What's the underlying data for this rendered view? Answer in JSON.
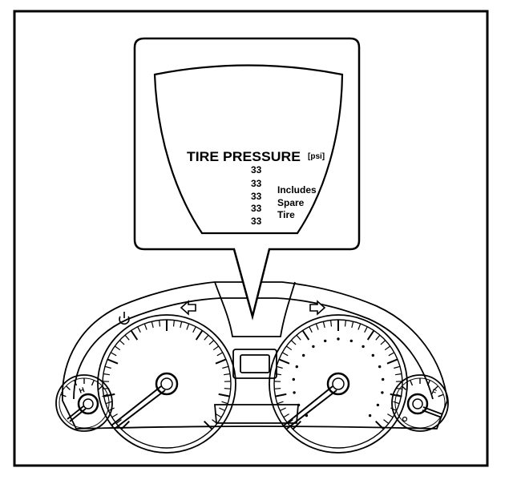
{
  "display": {
    "title": "TIRE PRESSURE",
    "unit": "[psi]",
    "readings": [
      "33",
      "33",
      "33",
      "33",
      "33"
    ],
    "note": [
      "Includes",
      "Spare",
      "Tire"
    ]
  },
  "cluster": {
    "left_mini_gauge_letter": "H",
    "right_mini_gauge_letter": "F"
  },
  "icons": [
    "power-icon",
    "left-turn-arrow-icon",
    "right-turn-arrow-icon",
    "fuel-dot-icon"
  ],
  "colors": {
    "ink": "#000000",
    "paper": "#ffffff"
  }
}
